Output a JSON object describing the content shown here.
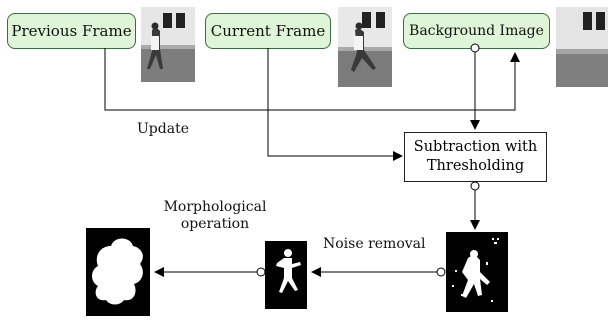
{
  "boxes": {
    "previous_frame": "Previous Frame",
    "current_frame": "Current Frame",
    "background_image": "Background Image"
  },
  "process": {
    "line1": "Subtraction with",
    "line2": "Thresholding"
  },
  "labels": {
    "update": "Update",
    "noise_removal": "Noise removal",
    "morph_line1": "Morphological",
    "morph_line2": "operation"
  },
  "colors": {
    "box_fill": "#dff5d8",
    "box_border": "#3d6b3d",
    "line": "#000000"
  }
}
